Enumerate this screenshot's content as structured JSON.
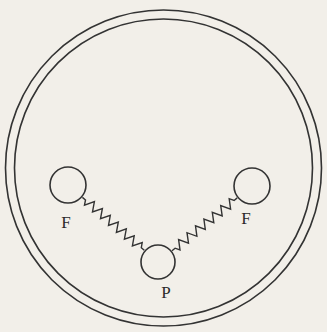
{
  "diagram": {
    "nodes": [
      {
        "text": [
          "F"
        ]
      },
      {
        "text": [
          "P"
        ]
      },
      {
        "text": [
          "F"
        ]
      }
    ],
    "edges": [
      {
        "from": 0,
        "to": 1,
        "arrow": "none"
      },
      {
        "from": 1,
        "to": 2,
        "arrow": "none"
      }
    ]
  }
}
